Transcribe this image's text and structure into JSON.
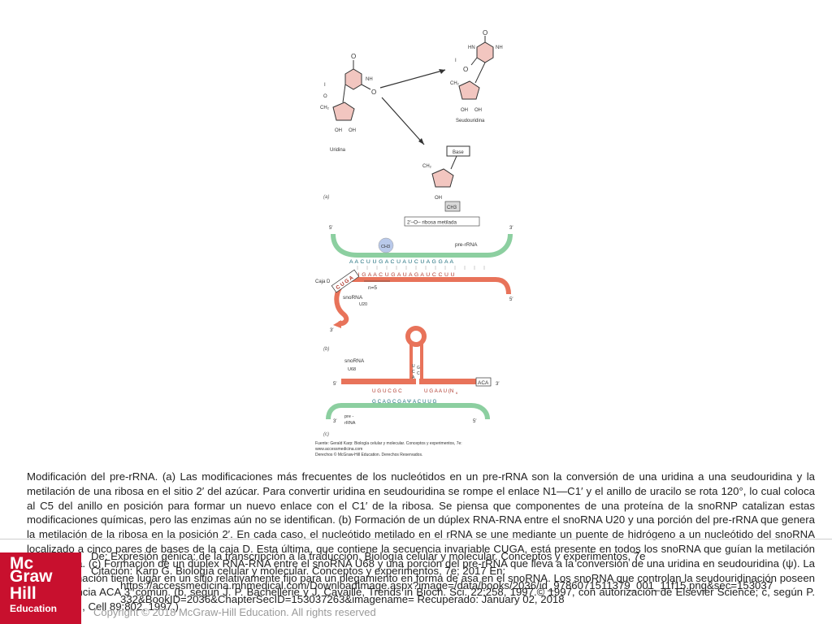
{
  "figure": {
    "uridine_label": "Uridina",
    "pseudouridine_label": "Seudouridina",
    "base_label": "Base",
    "methyl_ribose_label": "2′–O– ribosa metilada",
    "ch3": "CH3",
    "panel_a": "(a)",
    "panel_b": "(b)",
    "panel_c": "(c)",
    "b_prerrna": "pre-rRNA",
    "b_top_seq": "A A C U U G A C U A U C U A G G A A",
    "b_bottom_seq": "U U G A A C U G A U A G A U C C U U",
    "b_cajad": "Caja D",
    "b_box": "C U G A",
    "b_n5": "n=5",
    "b_snorna": "snoRNA",
    "b_u20": "U20",
    "five_prime": "5′",
    "three_prime": "3′",
    "c_snorna": "snoRNA",
    "c_u68": "U68",
    "c_top_seq": "U G U C G C",
    "c_top_seq2": "U G A A U (N",
    "c_top_sub": "6",
    "c_aca": "ACA",
    "c_bottom_seq": "G C A G C G A Ψ A C U U G",
    "c_prerrna": "pre -\nrRNA",
    "source_line1": "Fuente: Gerald Karp: Biología celular y molecular. Conceptos y experimentos, 7e:",
    "source_line2": "www.accessmedicina.com",
    "source_line3": "Derechos © McGraw-Hill Education. Derechos Reservados."
  },
  "caption": {
    "text": "Modificación del pre-rRNA. (a) Las modificaciones más frecuentes de los nucleótidos en un pre-rRNA son la conversión de una uridina a una seudouridina y la metilación de una ribosa en el sitio 2′ del azúcar. Para convertir uridina en seudouridina se rompe el enlace N1—C1′ y el anillo de uracilo se rota 120°, lo cual coloca al C5 del anillo en posición para formar un nuevo enlace con el C1′ de la ribosa. Se piensa que componentes de una proteína de la snoRNP catalizan estas modificaciones químicas, pero las enzimas aún no se identifican. (b) Formación de un dúplex RNA-RNA entre el snoRNA U20 y una porción del pre-rRNA que genera la metilación de la ribosa en la posición 2′. En cada caso, el nucleótido metilado en el rRNA se une mediante un puente de hidrógeno a un nucleótido del snoRNA localizado a cinco pares de bases de la caja D. Esta última, que contiene la secuencia invariable CUGA, está presente en todos los snoRNA que guían la metilación de la ribosa. (c) Formación de un dúplex RNA-RNA entre el snoRNA U68 y una porción del pre-rRNA que lleva a la conversión de una uridina en seudouridina (ψ). La seudouridinación tiene lugar en un sitio relativamente fijo para un plegamiento en forma de asa en el snoRNA. Los snoRNA que controlan la seudouridinación poseen una secuencia ACA 3′ común. (b, según J. P. Bachellerie y J. Cavaillé, Trends in Bioch. Sci. 22:258, 1997.© 1997, con autorización de Elsevier Science; c, según P. Ganot et al., Cell 89:802, 1997.)"
  },
  "citation": {
    "line1": "De: Expresión génica: de la transcripción a la traducción, Biología celular y molecular. Conceptos y experimentos, 7e",
    "line2": "Citación: Karp G. Biología celular y molecular. Conceptos y experimentos, 7e; 2017 En:",
    "line3": "https://accessmedicina.mhmedical.com/DownloadImage.aspx?image=/data/books/2036/id_9786071511379_001_11f15.png&sec=153037",
    "line4": "332&BookID=2036&ChapterSecID=153037263&imagename= Recuperado: January 02, 2018"
  },
  "logo": {
    "line1": "Mc",
    "line2": "Graw",
    "line3": "Hill",
    "line4": "Education"
  },
  "footer": {
    "copyright": "Copyright © 2018 McGraw-Hill Education. All rights reserved"
  },
  "colors": {
    "red_strand": "#e8735a",
    "green_strand": "#8ccfa0",
    "pink_base": "#f2c6c0",
    "gray_methyl": "#d9d9d9",
    "methyl_blue": "#b9c9ea",
    "logo_red": "#c8102e"
  }
}
